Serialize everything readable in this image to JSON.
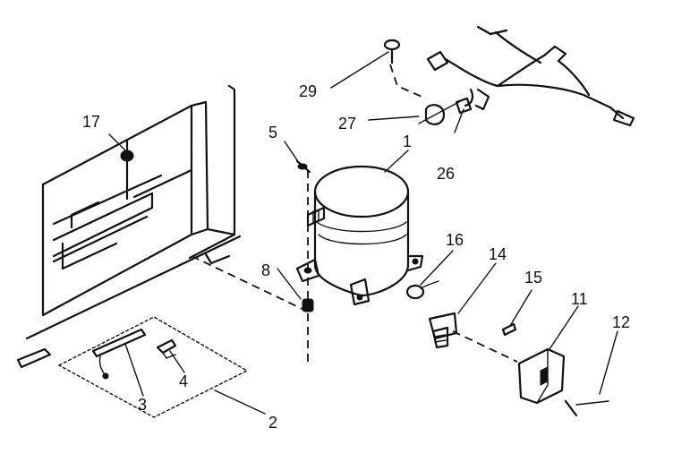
{
  "diagram": {
    "callouts": [
      {
        "id": "c1",
        "text": "1"
      },
      {
        "id": "c2",
        "text": "2"
      },
      {
        "id": "c3",
        "text": "3"
      },
      {
        "id": "c4",
        "text": "4"
      },
      {
        "id": "c5",
        "text": "5"
      },
      {
        "id": "c8",
        "text": "8"
      },
      {
        "id": "c11",
        "text": "11"
      },
      {
        "id": "c12",
        "text": "12"
      },
      {
        "id": "c14",
        "text": "14"
      },
      {
        "id": "c15",
        "text": "15"
      },
      {
        "id": "c16",
        "text": "16"
      },
      {
        "id": "c17",
        "text": "17"
      },
      {
        "id": "c26",
        "text": "26"
      },
      {
        "id": "c27",
        "text": "27"
      },
      {
        "id": "c29",
        "text": "29"
      }
    ]
  }
}
